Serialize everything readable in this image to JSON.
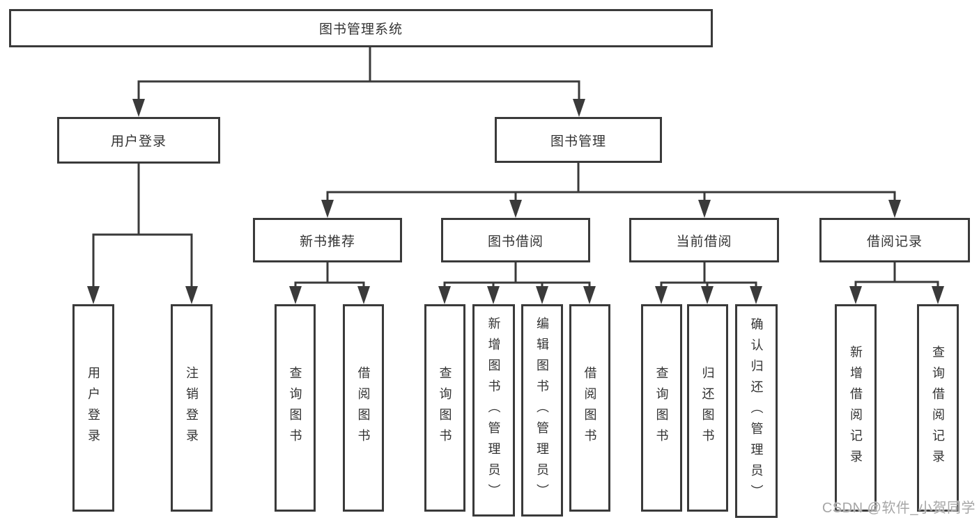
{
  "diagram": {
    "root": {
      "label": "图书管理系统"
    },
    "level2": [
      {
        "id": "user-login",
        "label": "用户登录"
      },
      {
        "id": "book-management",
        "label": "图书管理"
      }
    ],
    "level3": [
      {
        "id": "new-book-recommend",
        "label": "新书推荐"
      },
      {
        "id": "book-borrow",
        "label": "图书借阅"
      },
      {
        "id": "current-borrow",
        "label": "当前借阅"
      },
      {
        "id": "borrow-records",
        "label": "借阅记录"
      }
    ],
    "leaves": {
      "user_login": [
        {
          "label": "用户登录"
        },
        {
          "label": "注销登录"
        }
      ],
      "new_book": [
        {
          "label": "查询图书"
        },
        {
          "label": "借阅图书"
        }
      ],
      "book_borrow": [
        {
          "label": "查询图书"
        },
        {
          "label": "新增图书（管理员）"
        },
        {
          "label": "编辑图书（管理员）"
        },
        {
          "label": "借阅图书"
        }
      ],
      "current_borrow": [
        {
          "label": "查询图书"
        },
        {
          "label": "归还图书"
        },
        {
          "label": "确认归还（管理员）"
        }
      ],
      "borrow_records": [
        {
          "label": "新增借阅记录"
        },
        {
          "label": "查询借阅记录"
        }
      ]
    },
    "watermark": "CSDN @软件_小贺同学",
    "colors": {
      "line": "#3a3a3a",
      "text": "#333333",
      "box_background": "#ffffff",
      "watermark": "#9e9e9e",
      "background": "#ffffff"
    }
  }
}
